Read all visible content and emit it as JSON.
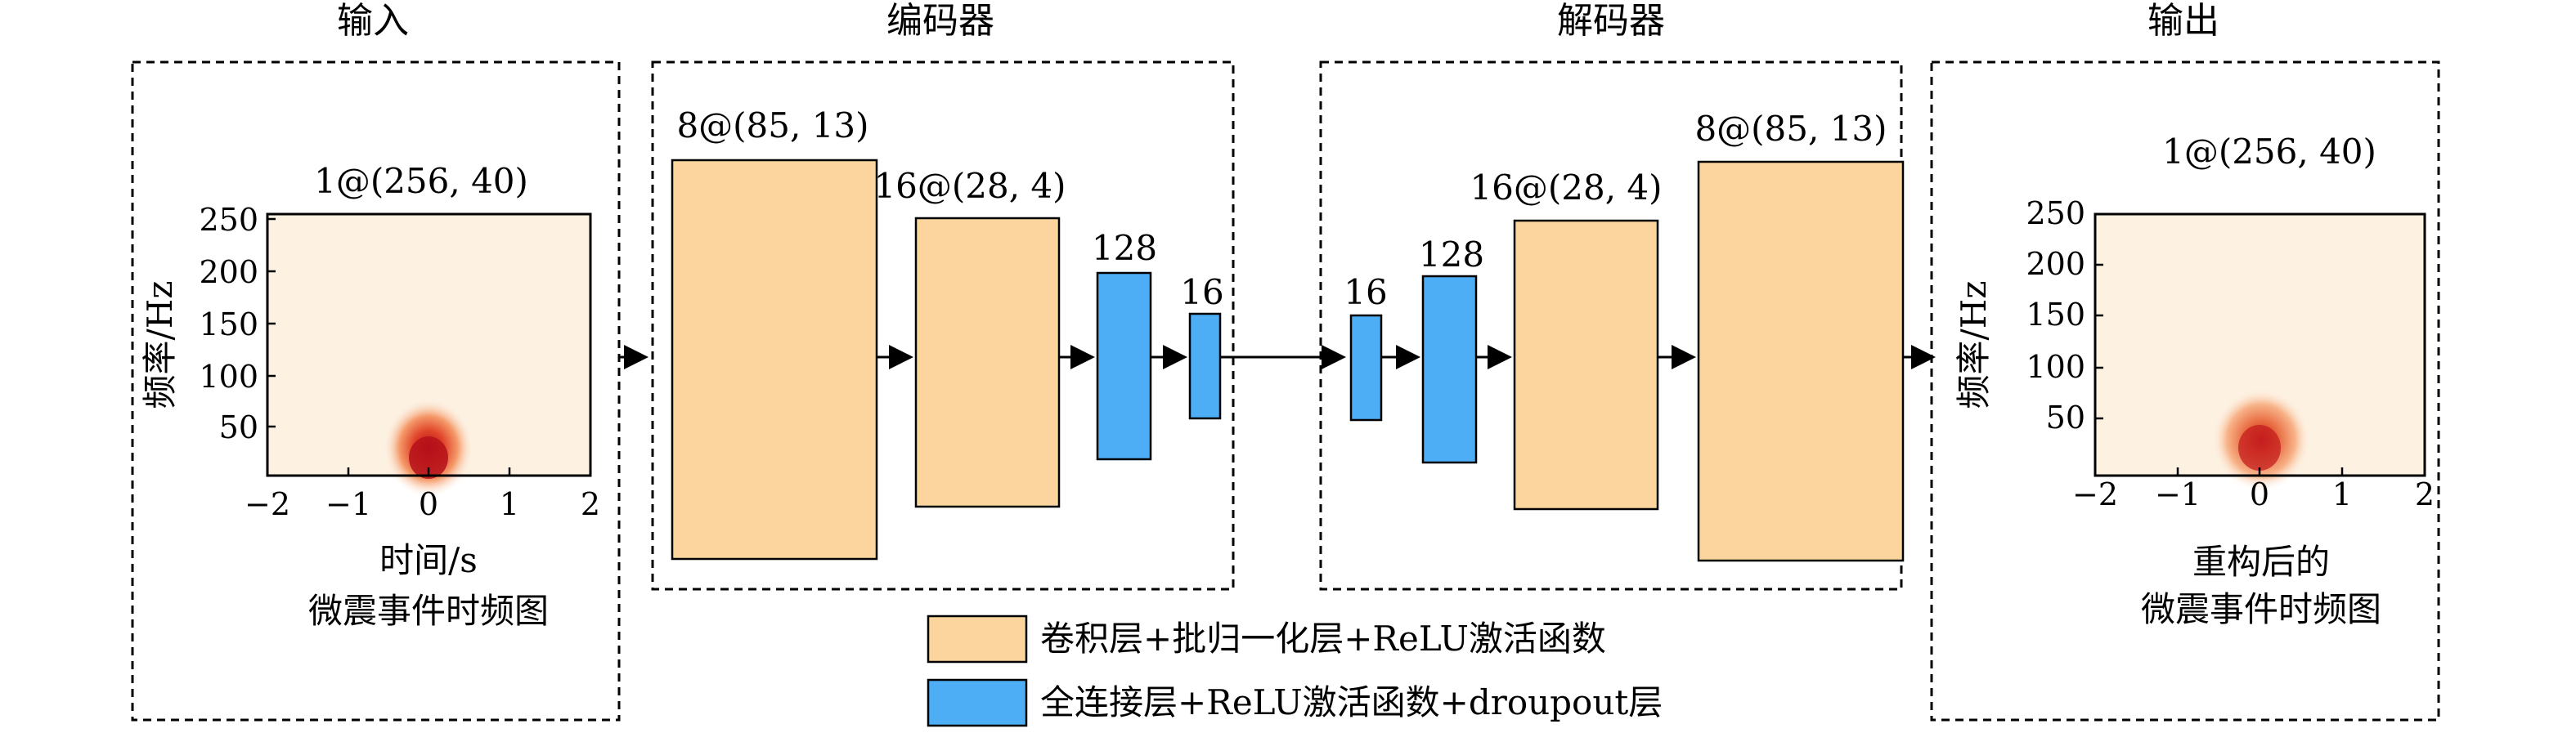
{
  "sections": {
    "input": "输入",
    "encoder": "编码器",
    "decoder": "解码器",
    "output": "输出"
  },
  "input_panel": {
    "shape_label": "1@(256, 40)",
    "ylabel": "频率/Hz",
    "xlabel": "时间/s",
    "caption": "微震事件时频图",
    "yticks": [
      "250",
      "200",
      "150",
      "100",
      "50"
    ],
    "xticks": [
      "−2",
      "−1",
      "0",
      "1",
      "2"
    ]
  },
  "output_panel": {
    "shape_label": "1@(256, 40)",
    "ylabel": "频率/Hz",
    "caption_line1": "重构后的",
    "caption_line2": "微震事件时频图",
    "yticks": [
      "250",
      "200",
      "150",
      "100",
      "50"
    ],
    "xticks": [
      "−2",
      "−1",
      "0",
      "1",
      "2"
    ]
  },
  "encoder_layers": [
    {
      "label": "8@(85, 13)",
      "type": "conv"
    },
    {
      "label": "16@(28, 4)",
      "type": "conv"
    },
    {
      "label": "128",
      "type": "fc"
    },
    {
      "label": "16",
      "type": "fc"
    }
  ],
  "decoder_layers": [
    {
      "label": "16",
      "type": "fc"
    },
    {
      "label": "128",
      "type": "fc"
    },
    {
      "label": "16@(28, 4)",
      "type": "conv"
    },
    {
      "label": "8@(85, 13)",
      "type": "conv"
    }
  ],
  "legend": {
    "conv": "卷积层+批归一化层+ReLU激活函数",
    "fc": "全连接层+ReLU激活函数+droupout层"
  },
  "colors": {
    "conv": "#fcd59e",
    "fc": "#4daef5",
    "heatmap_bg": "#fdf1e2",
    "heatmap_hot": "#c8141a"
  }
}
